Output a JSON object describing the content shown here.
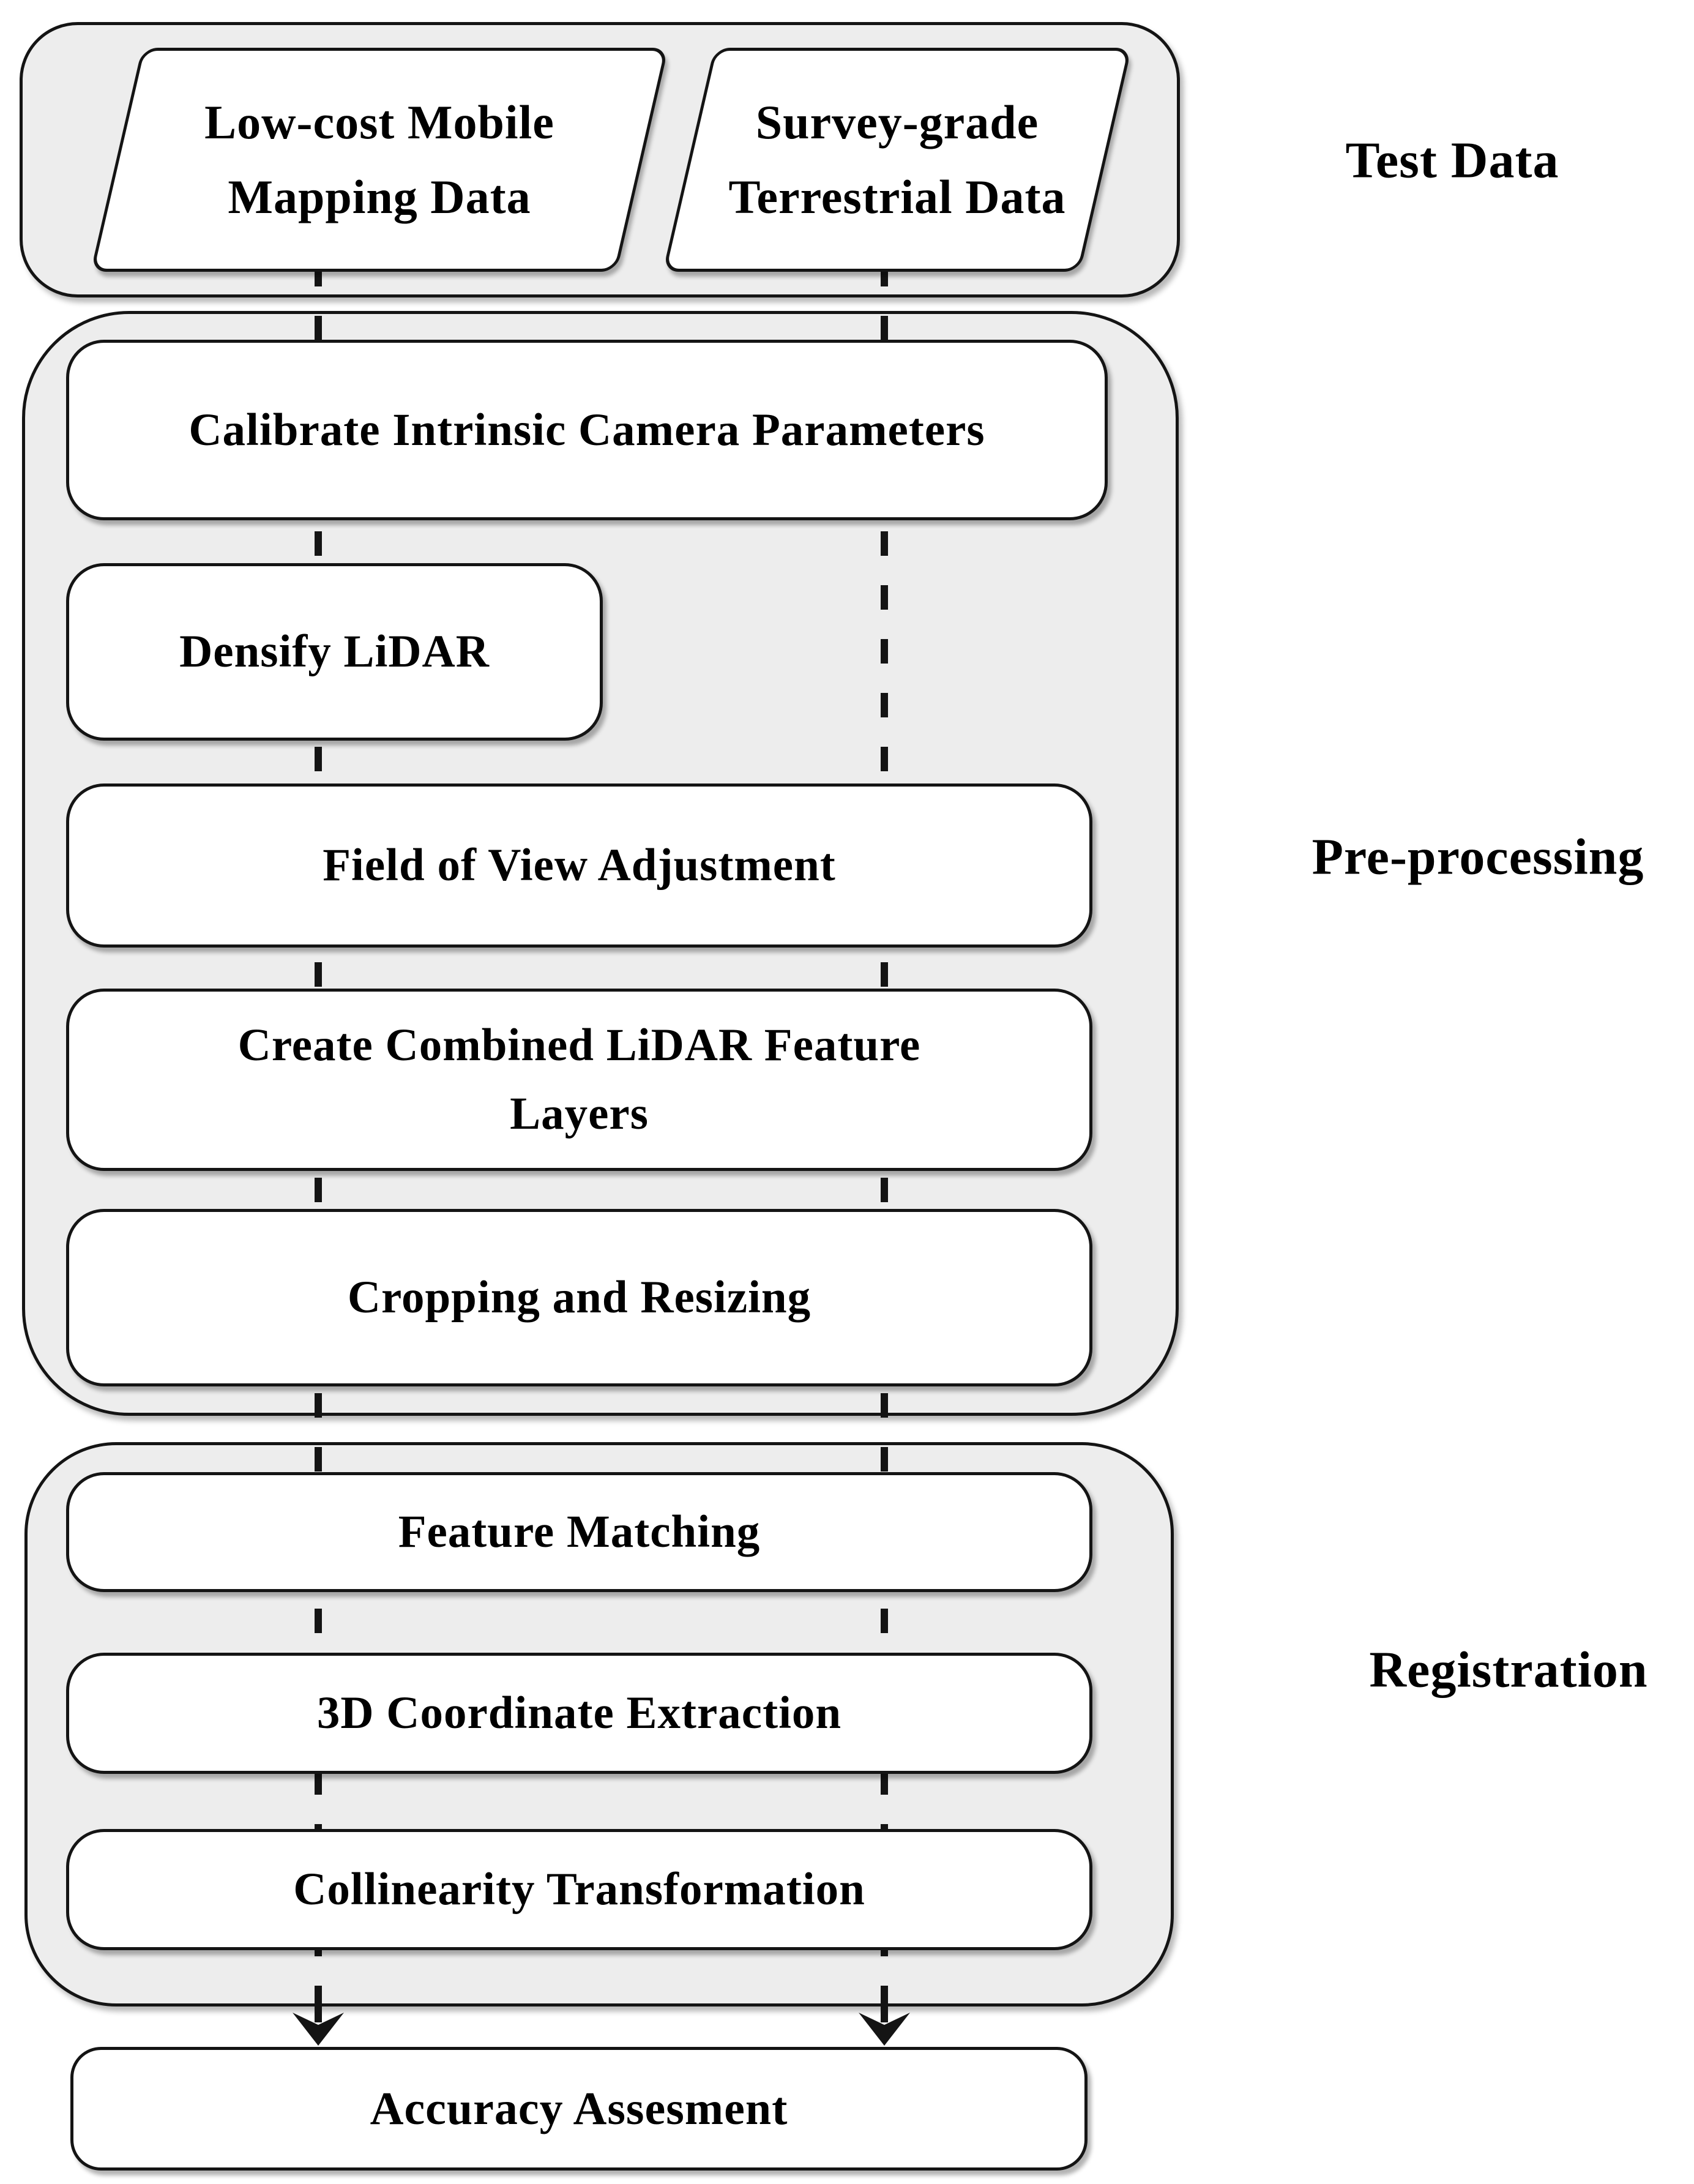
{
  "flow": {
    "groups": [
      {
        "label": "Test Data"
      },
      {
        "label": "Pre-processing"
      },
      {
        "label": "Registration"
      }
    ],
    "inputs": [
      {
        "line1": "Low-cost Mobile",
        "line2": "Mapping Data"
      },
      {
        "line1": "Survey-grade",
        "line2": "Terrestrial Data"
      }
    ],
    "pre_steps": {
      "calibrate": "Calibrate Intrinsic Camera Parameters",
      "densify": "Densify LiDAR",
      "fov": "Field of View Adjustment",
      "create_line1": "Create Combined LiDAR Feature",
      "create_line2": "Layers",
      "cropping": "Cropping and Resizing"
    },
    "reg_steps": {
      "feature_matching": "Feature Matching",
      "coordinate_extraction": "3D Coordinate Extraction",
      "collinearity": "Collinearity Transformation"
    },
    "final_step": "Accuracy Assesment",
    "colors": {
      "container_fill": "#ededed",
      "box_fill": "#ffffff",
      "line": "#141414"
    }
  }
}
